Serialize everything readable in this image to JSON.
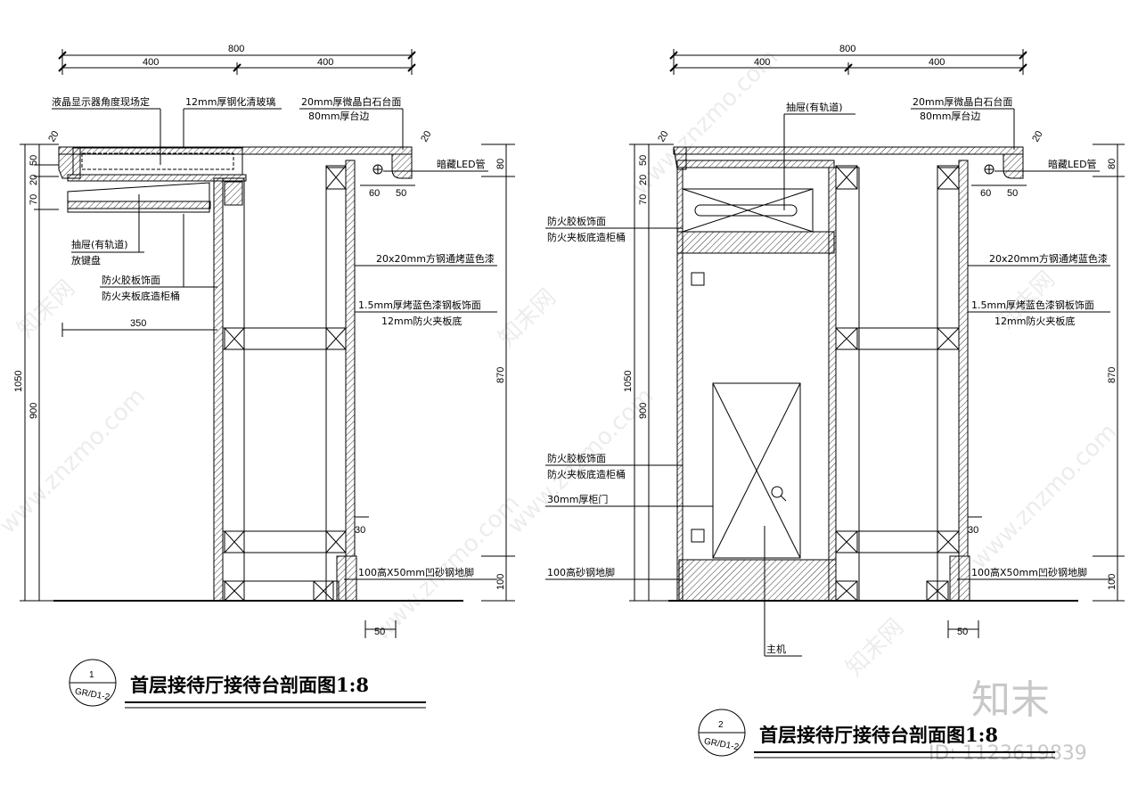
{
  "left_section": {
    "dim_total_width": "800",
    "dim_half_left": "400",
    "dim_half_right": "400",
    "label_lcd": "液晶显示器角度现场定",
    "label_glass": "12mm厚钢化清玻璃",
    "label_stone": "20mm厚微晶白石台面",
    "label_edge": "80mm厚台边",
    "label_led": "暗藏LED管",
    "label_drawer": "抽屉(有轨道)",
    "label_keyboard": "放键盘",
    "label_fire_board": "防火胶板饰面",
    "label_fire_plywood": "防火夹板底造柜桶",
    "label_steel_tube": "20x20mm方钢通烤蓝色漆",
    "label_steel_plate": "1.5mm厚烤蓝色漆钢板饰面",
    "label_plywood12": "12mm防火夹板底",
    "label_skirting": "100高X50mm凹砂钢地脚",
    "dim_350": "350",
    "dim_1050": "1050",
    "dim_900": "900",
    "dim_870": "870",
    "dim_100": "100",
    "dim_30": "30",
    "dim_50": "50",
    "dim_60": "60",
    "dim_80": "80",
    "dim_20": "20",
    "dim_70": "70",
    "title": "首层接待厅接待台剖面图1:8",
    "symbol_num": "1",
    "symbol_ref": "GR/D1-2"
  },
  "right_section": {
    "dim_total_width": "800",
    "dim_half_left": "400",
    "dim_half_right": "400",
    "label_drawer": "抽屉(有轨道)",
    "label_stone": "20mm厚微晶白石台面",
    "label_edge": "80mm厚台边",
    "label_led": "暗藏LED管",
    "label_fire_board_1": "防火胶板饰面",
    "label_fire_plywood_1": "防火夹板底造柜桶",
    "label_steel_tube": "20x20mm方钢通烤蓝色漆",
    "label_steel_plate": "1.5mm厚烤蓝色漆钢板饰面",
    "label_plywood12": "12mm防火夹板底",
    "label_fire_board_2": "防火胶板饰面",
    "label_fire_plywood_2": "防火夹板底造柜桶",
    "label_door": "30mm厚柜门",
    "label_skirting_left": "100高砂钢地脚",
    "label_skirting_right": "100高X50mm凹砂钢地脚",
    "label_host": "主机",
    "dim_1050": "1050",
    "dim_900": "900",
    "dim_870": "870",
    "dim_100": "100",
    "dim_30": "30",
    "dim_50": "50",
    "dim_60": "60",
    "dim_80": "80",
    "dim_20": "20",
    "dim_70": "70",
    "title": "首层接待厅接待台剖面图1:8",
    "symbol_num": "2",
    "symbol_ref": "GR/D1-2"
  },
  "watermark": {
    "site": "www.znzmo.com",
    "brand": "知末网",
    "logo": "知末",
    "id_text": "ID: 1123619839"
  }
}
